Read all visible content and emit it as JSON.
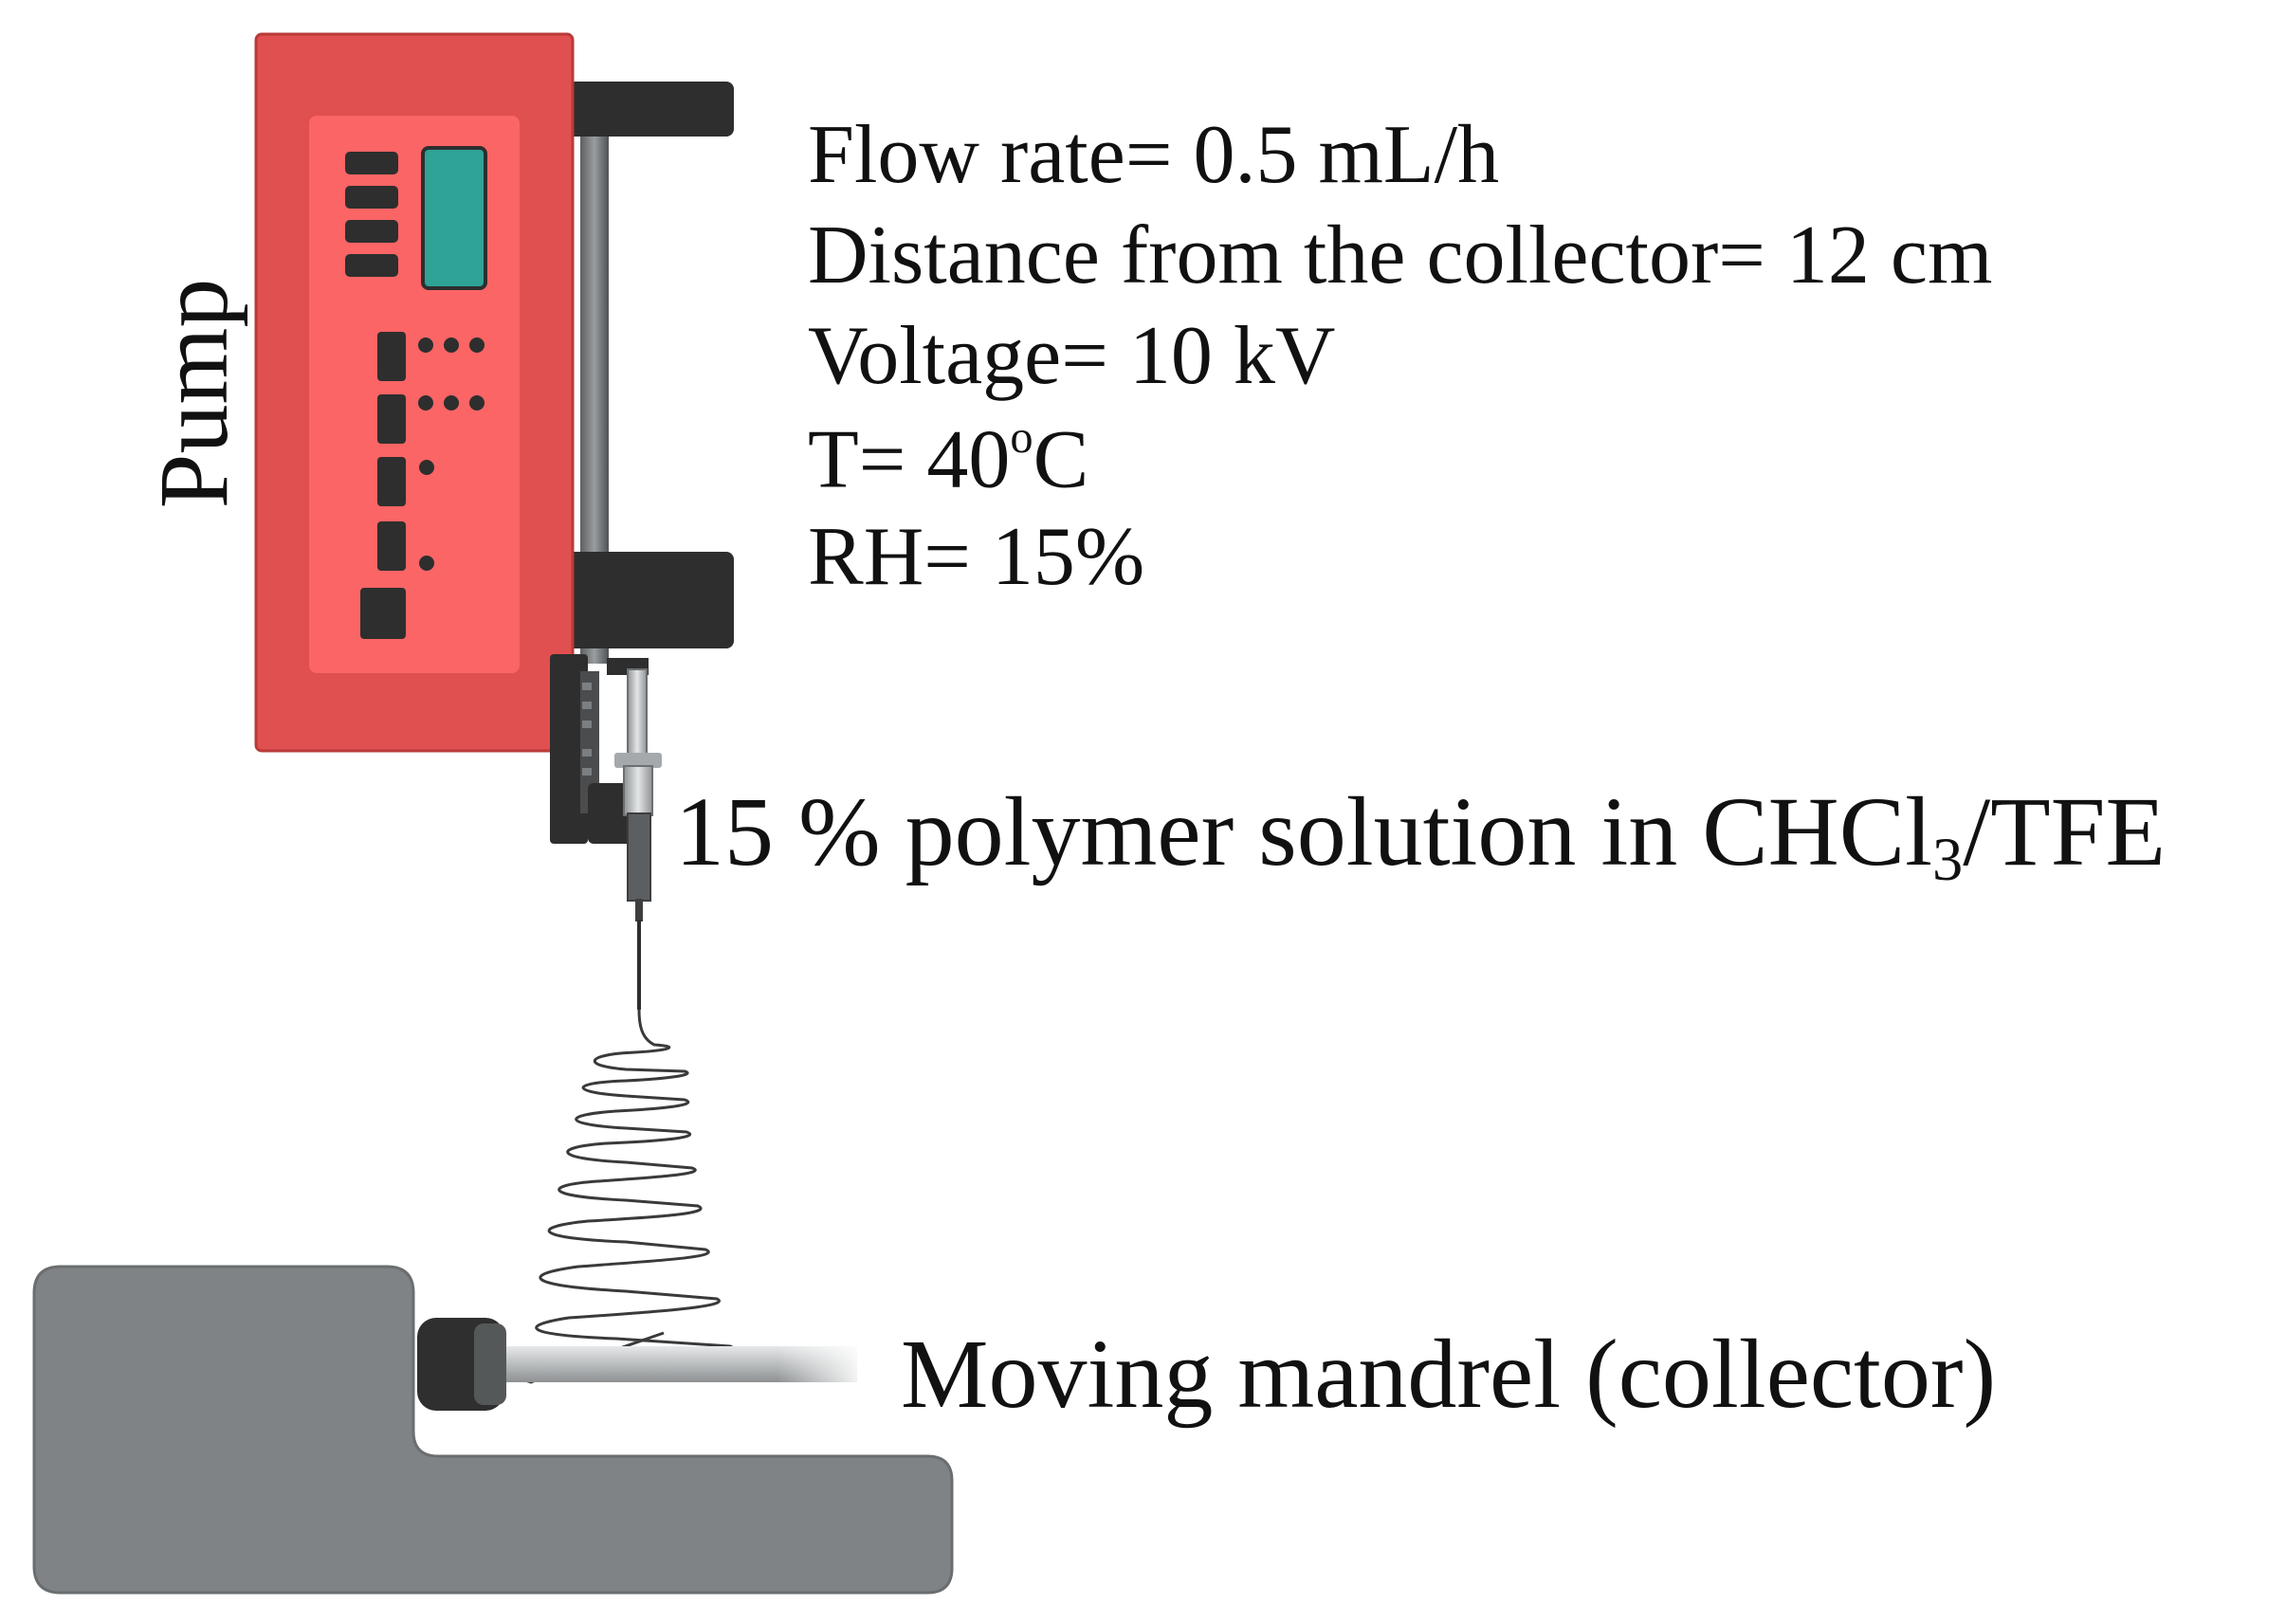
{
  "pump": {
    "label": "Pump"
  },
  "parameters": [
    {
      "text": "Flow rate= 0.5 mL/h"
    },
    {
      "text": "Distance from the collector= 12 cm"
    },
    {
      "text": "Voltage= 10 kV"
    },
    {
      "prefix": "T= 40",
      "sup": "o",
      "suffix": "C"
    },
    {
      "text": "RH= 15%"
    }
  ],
  "solution": {
    "prefix": "15 % polymer solution in CHCl",
    "sub": "3",
    "suffix": "/TFE"
  },
  "collector": {
    "label": "Moving mandrel (collector)"
  },
  "colors": {
    "pump_body": "#e05050",
    "pump_panel": "#fb6565",
    "display": "#2ea396",
    "dark": "#2e2e2e",
    "base": "#7f8385",
    "mandrel": "#b9bcbe"
  }
}
